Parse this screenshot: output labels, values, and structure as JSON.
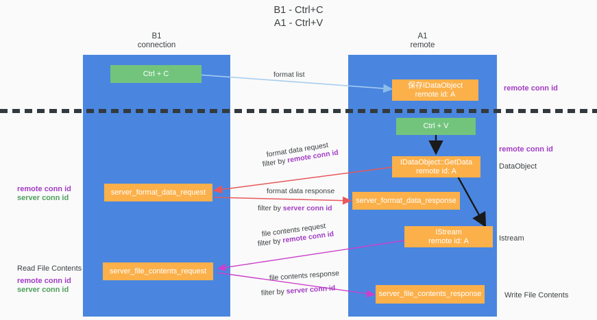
{
  "title": {
    "line1": "B1 - Ctrl+C",
    "line2": "A1 - Ctrl+V"
  },
  "lanes": [
    {
      "id": "b1",
      "name": "B1",
      "role": "connection"
    },
    {
      "id": "a1",
      "name": "A1",
      "role": "remote"
    }
  ],
  "colors": {
    "lane_blue": "#4a86df",
    "box_green": "#72c47c",
    "box_orange": "#fbb04a",
    "accent_purple": "#a23cc4",
    "accent_green": "#4fa05c",
    "arrow_lightblue": "#a8cdf0",
    "arrow_red": "#e8575b",
    "arrow_magenta": "#cc3fcb",
    "arrow_black": "#1a1a1a",
    "divider_dash": "#333a3f",
    "background": "#fafafa",
    "text": "#3c4043"
  },
  "nodes": {
    "ctrl_c": {
      "label": "Ctrl + C"
    },
    "save_idataobject": {
      "line1": "保存IDataObject",
      "line2": "remote id: A"
    },
    "ctrl_v": {
      "label": "Ctrl + V"
    },
    "getdata": {
      "line1": "IDataObject::GetData",
      "line2": "remote id: A"
    },
    "format_data_request": {
      "label": "server_format_data_request"
    },
    "format_data_response": {
      "label": "server_format_data_response"
    },
    "istream": {
      "line1": "IStream",
      "line2": "remote id: A"
    },
    "file_contents_request": {
      "label": "server_file_contents_request"
    },
    "file_contents_response": {
      "label": "server_file_contents_response"
    }
  },
  "edges": {
    "format_list": {
      "label": "format list"
    },
    "format_data_request": {
      "line1": "format data request",
      "line2_prefix": "filter by ",
      "line2_key": "remote conn id"
    },
    "format_data_response": {
      "line1": "format data response",
      "line2_prefix": "filter by ",
      "line2_key": "server conn id"
    },
    "file_contents_request": {
      "line1": "file contents request",
      "line2_prefix": "filter by ",
      "line2_key": "remote conn id"
    },
    "file_contents_response": {
      "line1": "file contents response",
      "line2_prefix": "filter by ",
      "line2_key": "server conn id"
    }
  },
  "annotations": {
    "right_top_remote": "remote conn id",
    "right_mid_remote": "remote conn id",
    "right_dataobject": "DataObject",
    "right_istream": "Istream",
    "right_write_file": "Write File Contents",
    "left_mid_remote": "remote conn id",
    "left_mid_server": "server conn id",
    "left_read_file": "Read File Contents",
    "left_bot_remote": "remote conn id",
    "left_bot_server": "server conn id"
  }
}
